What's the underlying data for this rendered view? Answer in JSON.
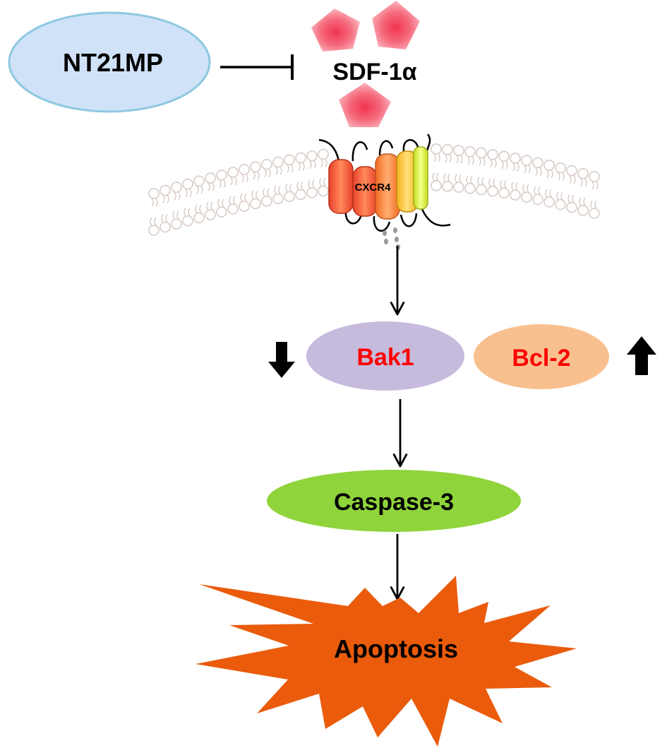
{
  "labels": {
    "inhibitor": "NT21MP",
    "ligand": "SDF-1α",
    "receptor": "CXCR4",
    "pro_apoptotic": "Bak1",
    "anti_apoptotic": "Bcl-2",
    "executioner": "Caspase-3",
    "outcome": "Apoptosis"
  },
  "colors": {
    "inhibitor_fill": "#cfe2f7",
    "inhibitor_stroke": "#8ec8e0",
    "ligand_fill": "#f36a7b",
    "bak1_fill": "#c6bbdc",
    "bcl2_fill": "#f8c08e",
    "caspase_fill": "#8fd43b",
    "apoptosis_fill": "#ea5b0c",
    "highlight_text": "#ff0000",
    "membrane_stroke": "#d8ccc6"
  },
  "changes": {
    "bak1": "down",
    "bcl2": "up"
  }
}
